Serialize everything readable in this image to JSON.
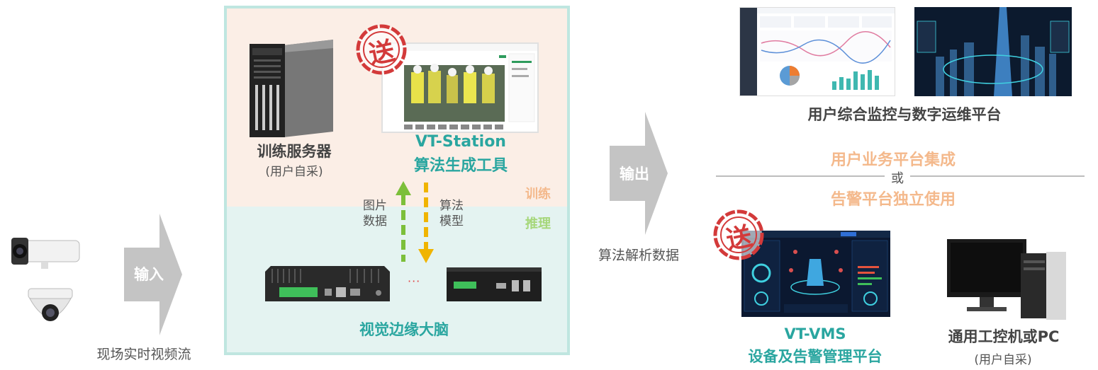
{
  "input": {
    "arrow_label": "输入",
    "caption": "现场实时视频流"
  },
  "training": {
    "server_title": "训练服务器",
    "server_note": "(用户自采)",
    "tool_name": "VT-Station",
    "tool_desc": "算法生成工具",
    "stamp_char": "送",
    "zone_label_train": "训练",
    "zone_label_infer": "推理",
    "up_label_line1": "图片",
    "up_label_line2": "数据",
    "down_label_line1": "算法",
    "down_label_line2": "模型",
    "ellipsis": "···",
    "edge_caption": "视觉边缘大脑"
  },
  "output": {
    "arrow_label": "输出",
    "caption": "算法解析数据"
  },
  "right": {
    "top_caption": "用户综合监控与数字运维平台",
    "option_a": "用户业务平台集成",
    "or_text": "或",
    "option_b": "告警平台独立使用",
    "vms_name": "VT-VMS",
    "vms_desc": "设备及告警管理平台",
    "vms_stamp": "送",
    "pc_title": "通用工控机或PC",
    "pc_note": "(用户自采)"
  },
  "colors": {
    "teal": "#2aa6a0",
    "orange_light": "#f4b98c",
    "green_arrow": "#7cbf3a",
    "yellow_arrow": "#f0b400",
    "gray_arrow": "#c4c4c4",
    "stamp_red": "#d33a3a"
  }
}
